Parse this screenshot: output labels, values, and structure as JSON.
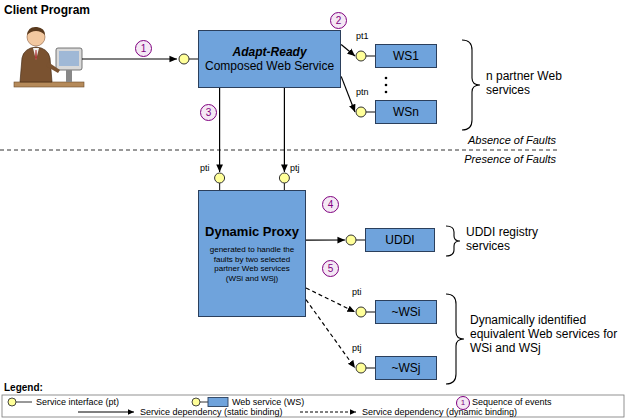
{
  "diagram": {
    "nodes": [
      {
        "text": [
          "Adapt-Ready",
          "Composed Web Service"
        ]
      },
      {
        "text": [
          "WS1"
        ]
      },
      {
        "text": [
          "WSn"
        ]
      },
      {
        "text": [
          "Dynamic Proxy",
          "generated to handle the faults by two selected partner Web services (WSi and WSj)"
        ]
      },
      {
        "text": [
          "UDDI"
        ]
      },
      {
        "text": [
          "~WSi"
        ]
      },
      {
        "text": [
          "~WSj"
        ]
      }
    ],
    "edges": [
      {
        "from": 0,
        "to": 1,
        "arrow": "to"
      },
      {
        "from": 0,
        "to": 2,
        "arrow": "to"
      },
      {
        "from": 0,
        "to": 3,
        "arrow": "to"
      },
      {
        "from": 0,
        "to": 3,
        "arrow": "to"
      },
      {
        "from": 3,
        "to": 4,
        "arrow": "to"
      },
      {
        "from": 3,
        "to": 5,
        "arrow": "to"
      },
      {
        "from": 3,
        "to": 6,
        "arrow": "to"
      }
    ],
    "labels": [
      "Client Program",
      "1",
      "2",
      "3",
      "4",
      "5",
      "pt1",
      "ptn",
      "pti",
      "ptj",
      "pti",
      "ptj",
      "n partner Web services",
      "Absence of Faults",
      "Presence of Faults",
      "UDDI registry services",
      "Dynamically identified equivalent Web services for WSi and WSj",
      "Legend:",
      "1"
    ],
    "legend": [
      {
        "text": "Service interface (pt)"
      },
      {
        "text": "Web service (WS)"
      },
      {
        "text": "Sequence of events"
      },
      {
        "text": "Service dependency (static binding)"
      },
      {
        "text": "Service dependency (dynamic binding)"
      }
    ]
  }
}
